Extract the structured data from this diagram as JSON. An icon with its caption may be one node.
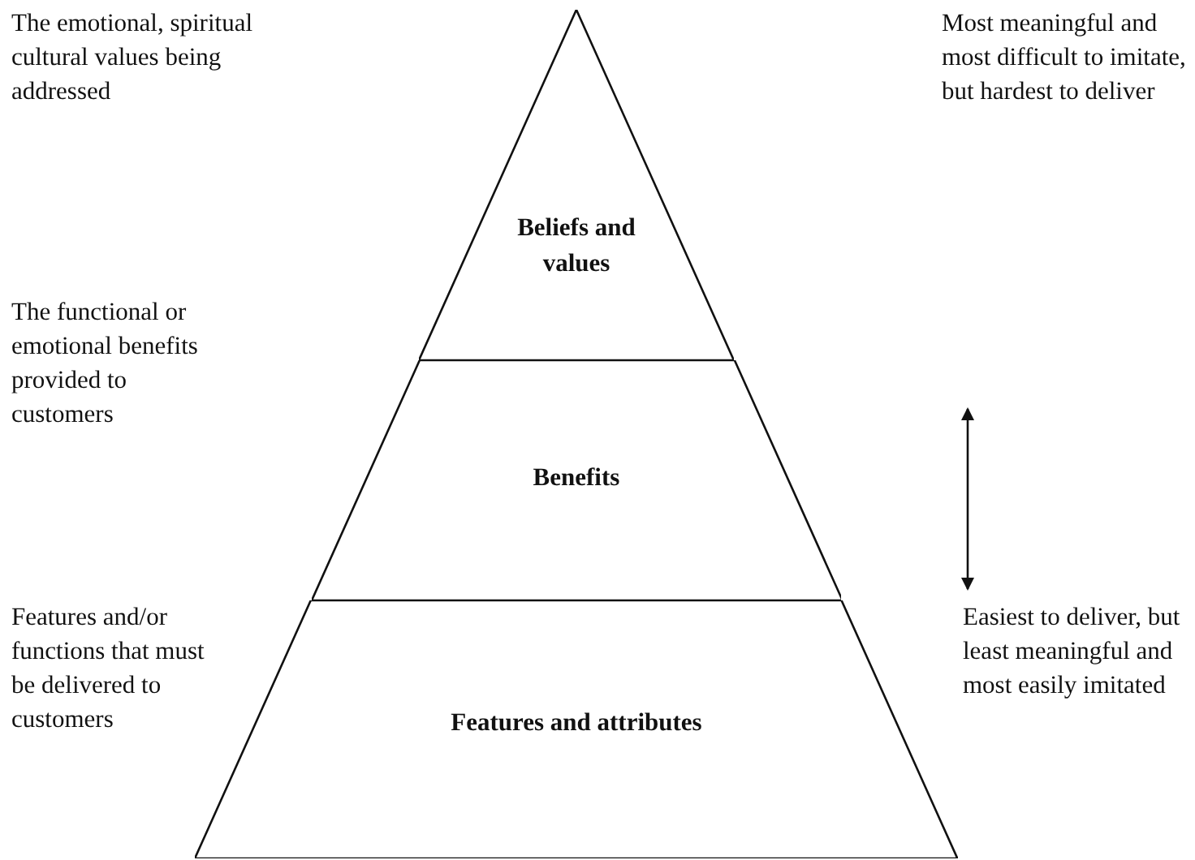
{
  "diagram": {
    "nodes": [
      {
        "text": [
          "Beliefs and values"
        ]
      },
      {
        "text": [
          "Benefits"
        ]
      },
      {
        "text": [
          "Features and attributes"
        ]
      }
    ],
    "labels": [
      "The emotional, spiritual cultural values being addressed",
      "Most meaningful and most difficult to imitate, but hardest to deliver",
      "The functional or emotional benefits provided to customers",
      "Features and/or functions that must be delivered to customers",
      "Easiest to deliver, but least meaningful and most easily imitated"
    ]
  }
}
